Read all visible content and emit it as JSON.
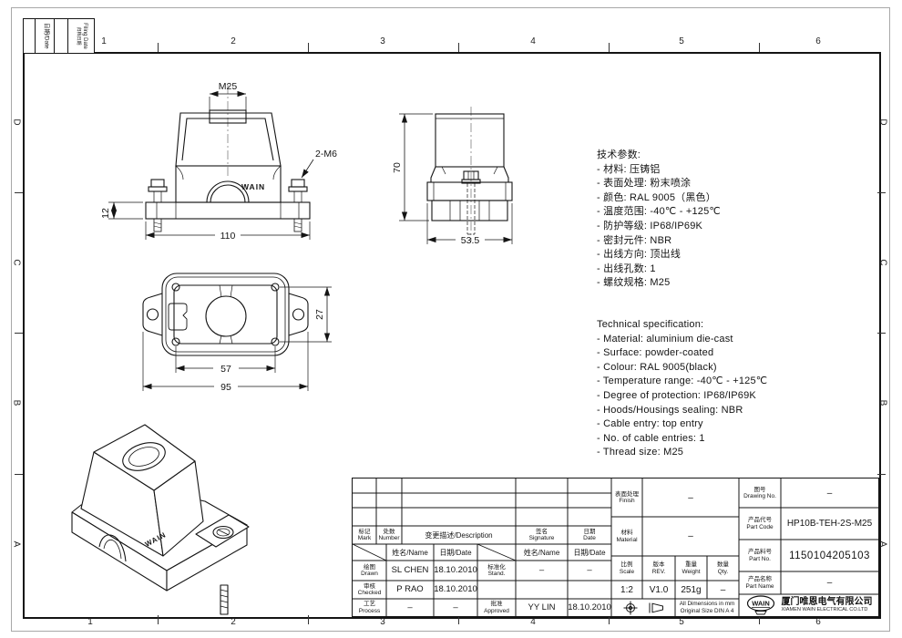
{
  "zones": {
    "top_numbers": [
      "1",
      "2",
      "3",
      "4",
      "5",
      "6"
    ],
    "bottom_numbers": [
      "1",
      "2",
      "3",
      "4",
      "5",
      "6"
    ],
    "left_letters": [
      "D",
      "C",
      "B",
      "A"
    ],
    "right_letters": [
      "D",
      "C",
      "B",
      "A"
    ]
  },
  "corner": {
    "date_label": "日期/Date",
    "filing_en": "Filing Date",
    "filing_cn": "归档日期"
  },
  "views": {
    "front": {
      "thread": "M25",
      "screws": "2-M6",
      "width": "110",
      "flange_height": "12",
      "brand": "WAIN"
    },
    "side": {
      "height": "70",
      "width": "53.5"
    },
    "top": {
      "hole_span": "57",
      "overall_width": "95",
      "hole_height": "27"
    },
    "iso": {
      "brand": "WAIN"
    }
  },
  "specs_cn": {
    "title": "技术参数:",
    "items": [
      "- 材料: 压铸铝",
      "- 表面处理: 粉末喷涂",
      "- 颜色: RAL 9005（黑色）",
      "- 温度范围: -40℃ - +125℃",
      "- 防护等级: IP68/IP69K",
      "- 密封元件: NBR",
      "- 出线方向: 顶出线",
      "- 出线孔数: 1",
      "- 螺纹规格: M25"
    ]
  },
  "specs_en": {
    "title": "Technical specification:",
    "items": [
      "- Material: aluminium die-cast",
      "- Surface: powder-coated",
      "- Colour: RAL 9005(black)",
      "- Temperature range: -40℃ - +125℃",
      "- Degree of protection: IP68/IP69K",
      "- Hoods/Housings sealing: NBR",
      "- Cable entry: top entry",
      "- No. of cable entries: 1",
      "- Thread size: M25"
    ]
  },
  "titleblock": {
    "mark_cn": "标记",
    "mark_en": "Mark",
    "number_cn": "处数",
    "number_en": "Number",
    "desc_label": "变更描述/Description",
    "sig_cn": "签名",
    "sig_en": "Signature",
    "date_cn": "日期",
    "date_en": "Date",
    "name_label": "姓名/Name",
    "date_label": "日期/Date",
    "drawn_cn": "绘图",
    "drawn_en": "Drawn",
    "drawn_name": "SL CHEN",
    "drawn_date": "18.10.2010",
    "checked_cn": "审核",
    "checked_en": "Checked",
    "checked_name": "P RAO",
    "checked_date": "18.10.2010",
    "process_cn": "工艺",
    "process_en": "Process",
    "process_name": "–",
    "process_date": "–",
    "stand_cn": "标准化",
    "stand_en": "Stand.",
    "stand_name": "–",
    "stand_date": "–",
    "approved_cn": "批准",
    "approved_en": "Approved",
    "approved_name": "YY LIN",
    "approved_date": "18.10.2010",
    "finish_cn": "表面处理",
    "finish_en": "Finish",
    "finish_value": "–",
    "material_cn": "材料",
    "material_en": "Material",
    "material_value": "–",
    "scale_cn": "比例",
    "scale_en": "Scale",
    "scale_value": "1:2",
    "rev_cn": "版本",
    "rev_en": "REV.",
    "rev_value": "V1.0",
    "weight_cn": "重量",
    "weight_en": "Weight",
    "weight_value": "251g",
    "qty_cn": "数量",
    "qty_en": "Qty.",
    "qty_value": "–",
    "dims_note_1": "All Dimensions in mm",
    "dims_note_2": "Original Size DIN A 4",
    "drawing_no_cn": "图号",
    "drawing_no_en": "Drawing No.",
    "drawing_no_value": "–",
    "part_code_cn": "产品代号",
    "part_code_en": "Part Code",
    "part_code_value": "HP10B-TEH-2S-M25",
    "part_no_cn": "产品料号",
    "part_no_en": "Part No.",
    "part_no_value": "1150104205103",
    "part_name_cn": "产品名称",
    "part_name_en": "Part Name",
    "part_name_value": "–",
    "company_logo": "WAIN",
    "company_cn": "厦门唯恩电气有限公司",
    "company_en": "XIAMEN WAIN ELECTRICAL CO.LTD"
  },
  "colors": {
    "line": "#141414",
    "border_gray": "#a8a8a8",
    "background": "#ffffff"
  }
}
